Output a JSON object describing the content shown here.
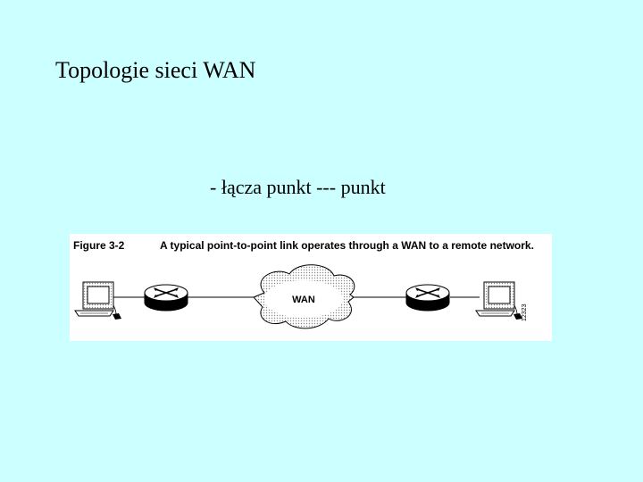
{
  "slide": {
    "title": "Topologie sieci WAN",
    "subtitle": "- łącza punkt --- punkt"
  },
  "figure": {
    "label": "Figure 3-2",
    "caption": "A typical point-to-point link operates through a WAN to a remote network.",
    "cloud_label": "WAN",
    "figure_id": "12323",
    "background_color": "#ccffff",
    "nodes": [
      {
        "name": "workstation",
        "icon": "computer-icon"
      },
      {
        "name": "router",
        "icon": "router-icon"
      },
      {
        "name": "WAN",
        "icon": "cloud-icon"
      },
      {
        "name": "router",
        "icon": "router-icon"
      },
      {
        "name": "workstation",
        "icon": "computer-icon"
      }
    ]
  }
}
